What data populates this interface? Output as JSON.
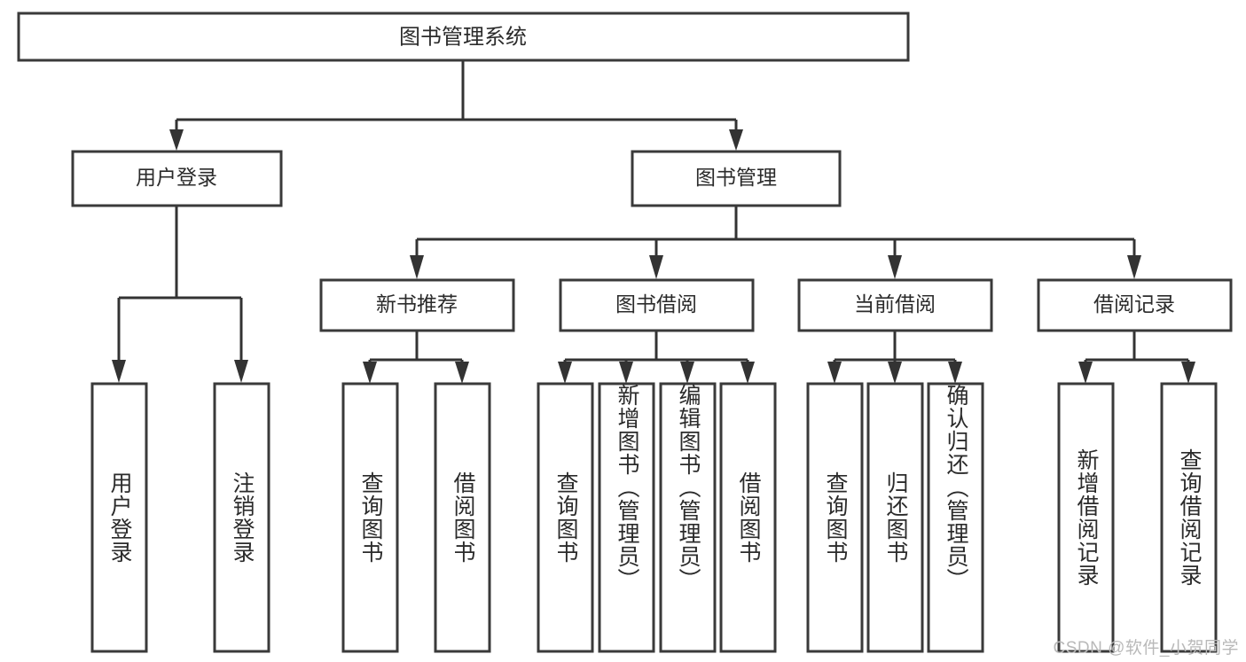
{
  "diagram": {
    "title": "图书管理系统",
    "type": "hierarchy-tree",
    "watermark": "CSDN @软件_小贺同学",
    "colors": {
      "box_stroke": "#3a3a3a",
      "edge": "#333333",
      "text": "#2b2b2b",
      "background": "#ffffff",
      "watermark": "#b9b9b9"
    },
    "levels": {
      "level1": {
        "root": {
          "label": "图书管理系统"
        }
      },
      "level2": [
        {
          "label": "用户登录"
        },
        {
          "label": "图书管理"
        }
      ],
      "level3": [
        {
          "label": "新书推荐",
          "parent": "图书管理"
        },
        {
          "label": "图书借阅",
          "parent": "图书管理"
        },
        {
          "label": "当前借阅",
          "parent": "图书管理"
        },
        {
          "label": "借阅记录",
          "parent": "图书管理"
        }
      ],
      "level4": [
        {
          "label": "用户登录",
          "parent": "用户登录"
        },
        {
          "label": "注销登录",
          "parent": "用户登录"
        },
        {
          "label": "查询图书",
          "parent": "新书推荐"
        },
        {
          "label": "借阅图书",
          "parent": "新书推荐"
        },
        {
          "label": "查询图书",
          "parent": "图书借阅"
        },
        {
          "label": "新增图书（管理员）",
          "parent": "图书借阅"
        },
        {
          "label": "编辑图书（管理员）",
          "parent": "图书借阅"
        },
        {
          "label": "借阅图书",
          "parent": "图书借阅"
        },
        {
          "label": "查询图书",
          "parent": "当前借阅"
        },
        {
          "label": "归还图书",
          "parent": "当前借阅"
        },
        {
          "label": "确认归还（管理员）",
          "parent": "当前借阅"
        },
        {
          "label": "新增借阅记录",
          "parent": "借阅记录"
        },
        {
          "label": "查询借阅记录",
          "parent": "借阅记录"
        }
      ]
    }
  }
}
